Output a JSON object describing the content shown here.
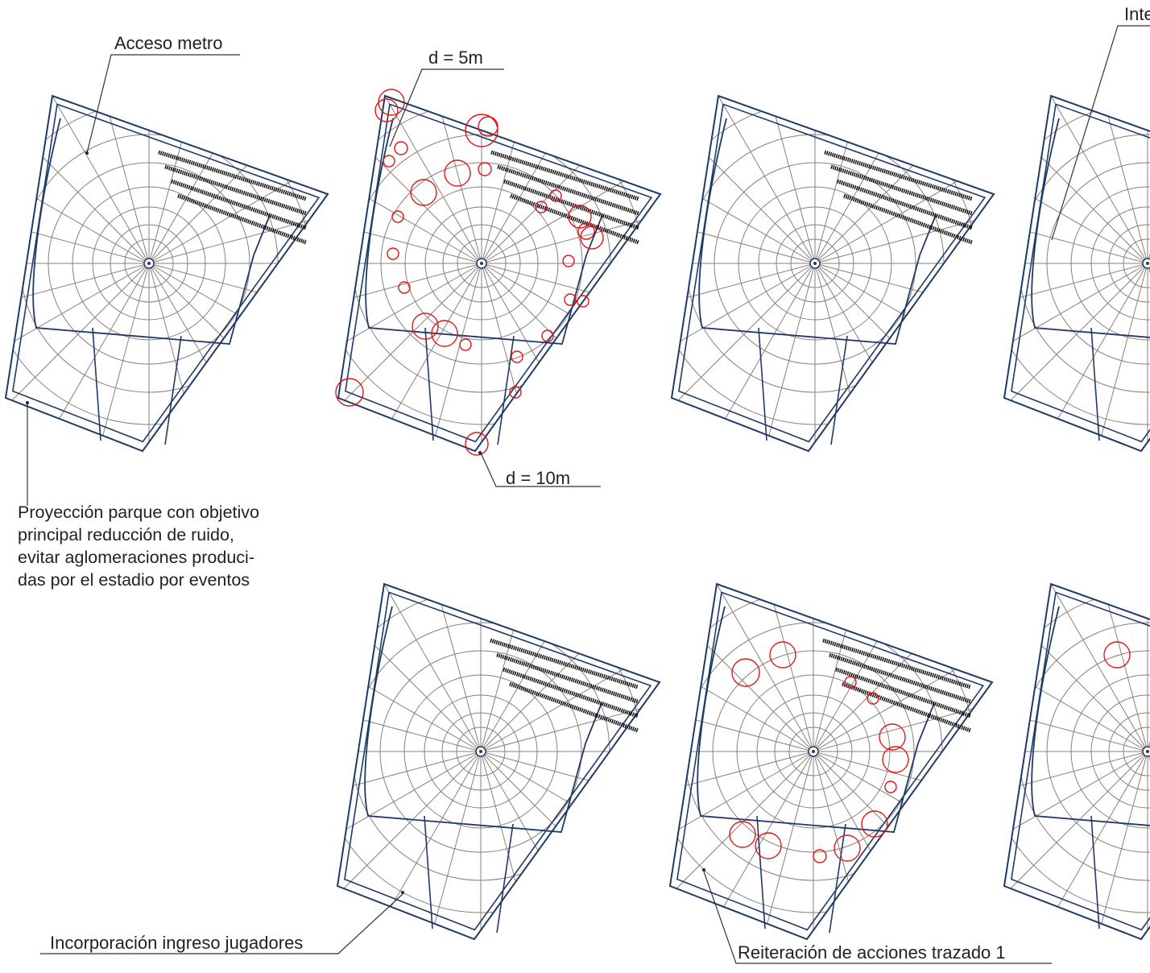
{
  "labels": {
    "acceso_metro": "Acceso metro",
    "d5": "d = 5m",
    "d10": "d = 10m",
    "inte_partial": "Inte",
    "incorporacion": "Incorporación ingreso jugadores",
    "reiteracion": "Reiteración de acciones trazado 1"
  },
  "description_lines": [
    "Proyección parque con objetivo",
    "principal reducción de ruido,",
    "evitar aglomeraciones produci-",
    "das por el estadio por eventos"
  ],
  "colors": {
    "grid": "#8a7f7a",
    "path": "#1e3a66",
    "circle": "#e01515",
    "text": "#222222",
    "seats": "#111111"
  }
}
